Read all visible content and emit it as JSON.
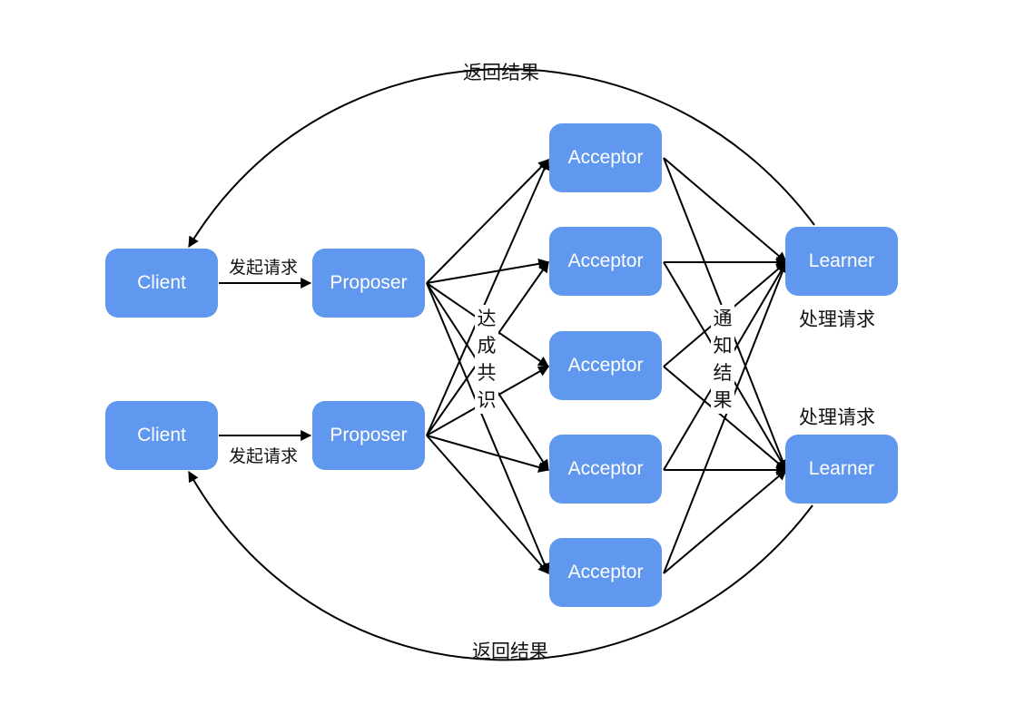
{
  "nodes": {
    "client_1": "Client",
    "client_2": "Client",
    "proposer_1": "Proposer",
    "proposer_2": "Proposer",
    "acceptor_1": "Acceptor",
    "acceptor_2": "Acceptor",
    "acceptor_3": "Acceptor",
    "acceptor_4": "Acceptor",
    "acceptor_5": "Acceptor",
    "learner_1": "Learner",
    "learner_2": "Learner"
  },
  "labels": {
    "return_result_top": "返回结果",
    "return_result_bottom": "返回结果",
    "send_request_1": "发起请求",
    "send_request_2": "发起请求",
    "reach_consensus": [
      "达",
      "成",
      "共",
      "识"
    ],
    "notify_result": [
      "通",
      "知",
      "结",
      "果"
    ],
    "process_request_1": "处理请求",
    "process_request_2": "处理请求"
  },
  "colors": {
    "node_fill": "#6097ef",
    "node_text": "#ffffff",
    "edge": "#000000"
  }
}
